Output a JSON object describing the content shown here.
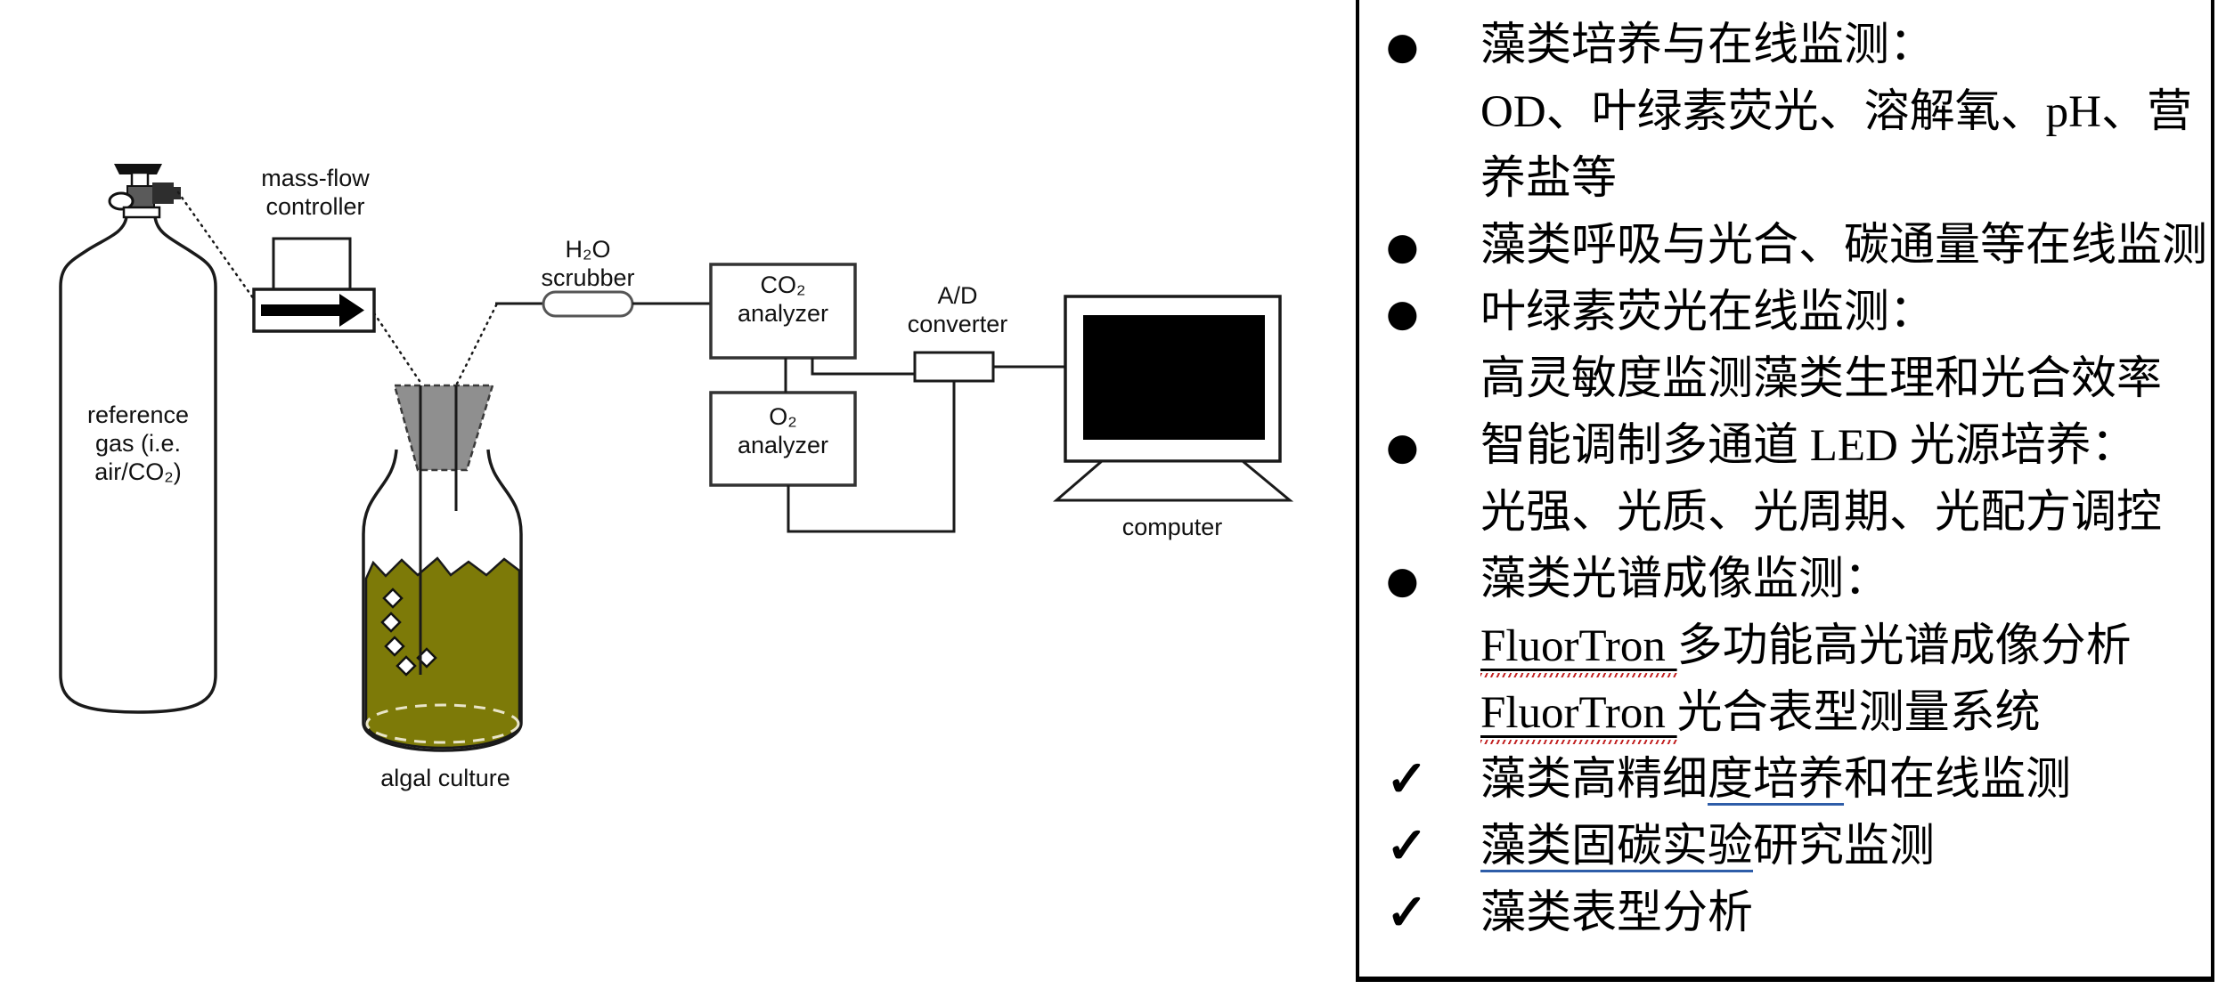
{
  "diagram": {
    "labels": {
      "reference_gas": "reference\ngas (i.e.\nair/CO₂)",
      "mass_flow_controller": "mass-flow\ncontroller",
      "h2o_scrubber": "H₂O\nscrubber",
      "co2_analyzer": "CO₂\nanalyzer",
      "o2_analyzer": "O₂\nanalyzer",
      "ad_converter": "A/D\nconverter",
      "computer": "computer",
      "algal_culture": "algal culture"
    },
    "colors": {
      "algal_liquid": "#7d7a08",
      "stopper_gray": "#8f8f8f",
      "line_black": "#1a1a1a"
    }
  },
  "panel": {
    "markers": {
      "bullet": "●",
      "check": "✓",
      "none": ""
    },
    "underline_colors": {
      "grammar_blue": "#2e5da8",
      "spell_red": "#c22222"
    },
    "items": [
      {
        "marker": "bullet",
        "parts": [
          {
            "t": "藻类培养与在线监测："
          }
        ]
      },
      {
        "marker": "none",
        "parts": [
          {
            "t": "OD、叶绿素荧光、溶解氧、pH、营"
          }
        ]
      },
      {
        "marker": "none",
        "parts": [
          {
            "t": "养盐等"
          }
        ]
      },
      {
        "marker": "bullet",
        "parts": [
          {
            "t": "藻类呼吸与光合、碳通量等在线监测"
          }
        ]
      },
      {
        "marker": "bullet",
        "parts": [
          {
            "t": "叶绿素荧光在线监测："
          }
        ]
      },
      {
        "marker": "none",
        "parts": [
          {
            "t": "高灵敏度监测藻类生理和光合效率"
          }
        ]
      },
      {
        "marker": "bullet",
        "parts": [
          {
            "t": "智能调制多通道 LED 光源培养："
          }
        ]
      },
      {
        "marker": "none",
        "parts": [
          {
            "t": "光强、光质、光周期、光配方调控"
          }
        ]
      },
      {
        "marker": "bullet",
        "parts": [
          {
            "t": "藻类光谱成像监测："
          }
        ]
      },
      {
        "marker": "none",
        "parts": [
          {
            "t": "FluorTron ",
            "u": "flu"
          },
          {
            "t": "多功能高光谱成像分析"
          }
        ]
      },
      {
        "marker": "none",
        "parts": [
          {
            "t": "FluorTron ",
            "u": "flu"
          },
          {
            "t": "光合表型测量系统"
          }
        ]
      },
      {
        "marker": "check",
        "parts": [
          {
            "t": "藻类高精细"
          },
          {
            "t": "度培养",
            "u": "blue"
          },
          {
            "t": "和在线监测"
          }
        ]
      },
      {
        "marker": "check",
        "parts": [
          {
            "t": "藻类固碳实验",
            "u": "blue"
          },
          {
            "t": "研究监测"
          }
        ]
      },
      {
        "marker": "check",
        "parts": [
          {
            "t": "藻类表型分析"
          }
        ]
      }
    ]
  }
}
